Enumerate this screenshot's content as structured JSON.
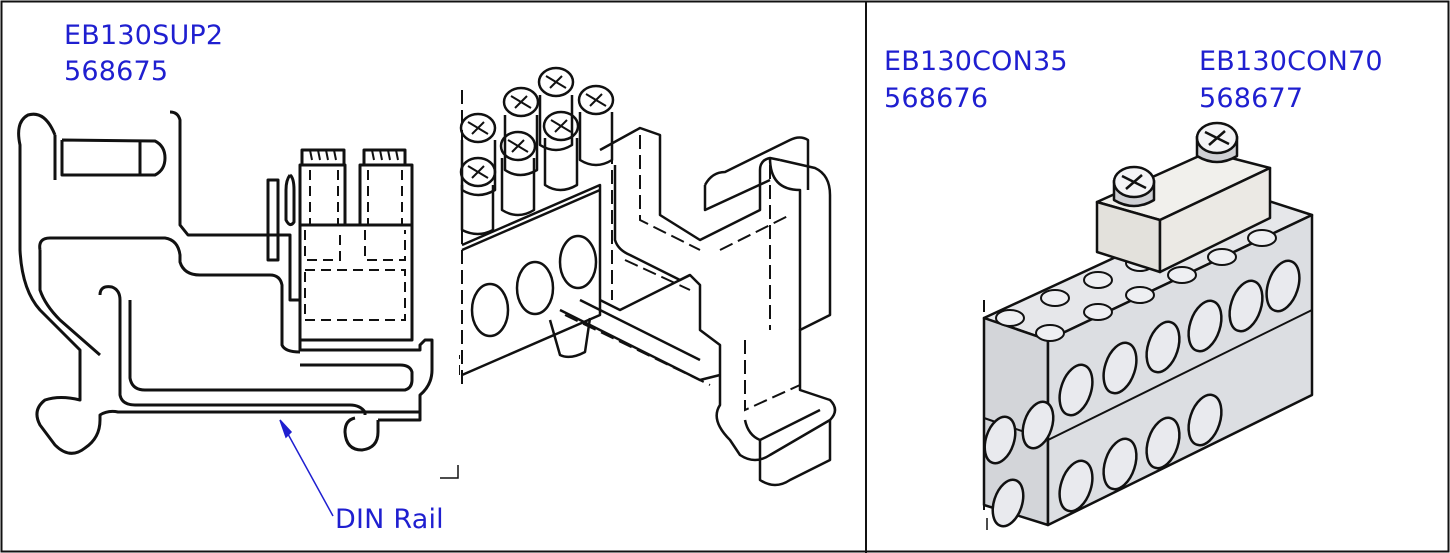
{
  "left_panel": {
    "part_name": "EB130SUP2",
    "part_number": "568675",
    "callout": "DIN Rail"
  },
  "right_panel": {
    "part_a_name": "EB130CON35",
    "part_a_number": "568676",
    "part_b_name": "EB130CON70",
    "part_b_number": "568677"
  },
  "colors": {
    "label_text": "#1f1fd0",
    "outline": "#111111",
    "block_fill": "#dfe0e4",
    "cap_fill": "#ebe9e4"
  }
}
